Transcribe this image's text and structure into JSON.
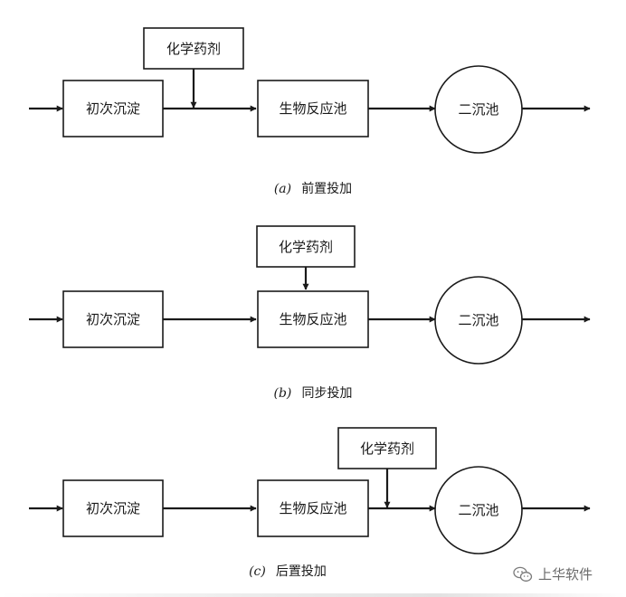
{
  "labels": {
    "chemical": "化学药剂",
    "primary": "初次沉淀",
    "bioreactor": "生物反应池",
    "secondary": "二沉池"
  },
  "captions": {
    "a": {
      "letter": "(a)",
      "text": "前置投加"
    },
    "b": {
      "letter": "(b)",
      "text": "同步投加"
    },
    "c": {
      "letter": "(c)",
      "text": "后置投加"
    }
  },
  "watermark": {
    "text": "上华软件",
    "icon": "wechat-icon"
  }
}
